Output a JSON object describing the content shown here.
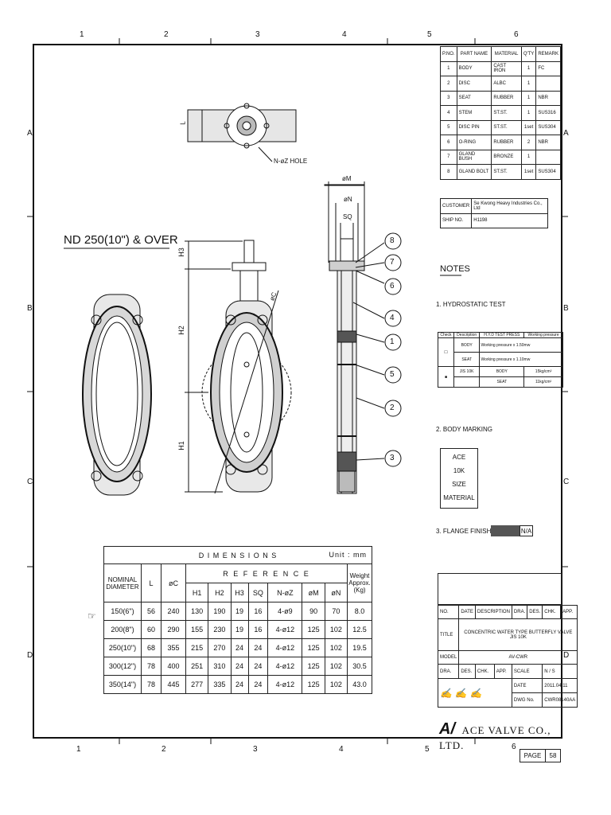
{
  "zone_top": [
    "1",
    "2",
    "3",
    "4",
    "5",
    "6"
  ],
  "zone_bottom": [
    "1",
    "2",
    "3",
    "4",
    "5",
    "6"
  ],
  "zone_side": [
    "A",
    "B",
    "C",
    "D"
  ],
  "view_labels": {
    "title": "ND 250(10\") & OVER",
    "hole": "N-øZ HOLE",
    "L": "L",
    "H1": "H1",
    "H2": "H2",
    "H3": "H3",
    "phiC": "øC",
    "phiM": "øM",
    "phiN": "øN",
    "SQ": "SQ"
  },
  "balloons": [
    "8",
    "7",
    "6",
    "4",
    "1",
    "5",
    "2",
    "3"
  ],
  "parts": {
    "headers": [
      "P.NO.",
      "PART NAME",
      "MATERIAL",
      "Q'TY",
      "REMARK"
    ],
    "rows": [
      [
        "1",
        "BODY",
        "CAST IRON",
        "1",
        "FC"
      ],
      [
        "2",
        "DISC",
        "ALBC",
        "1",
        ""
      ],
      [
        "3",
        "SEAT",
        "RUBBER",
        "1",
        "NBR"
      ],
      [
        "4",
        "STEM",
        "ST.ST.",
        "1",
        "SUS316"
      ],
      [
        "5",
        "DISC PIN",
        "ST.ST.",
        "1set",
        "SUS304"
      ],
      [
        "6",
        "O-RING",
        "RUBBER",
        "2",
        "NBR"
      ],
      [
        "7",
        "GLAND BUSH",
        "BRONZE",
        "1",
        ""
      ],
      [
        "8",
        "GLAND BOLT",
        "ST.ST.",
        "1set",
        "SUS304"
      ]
    ]
  },
  "customer": {
    "label": "CUSTOMER",
    "value": "Se Kwong Heavy Industries Co., Ltd",
    "ship_label": "SHIP NO.",
    "ship_value": "H1198"
  },
  "notes": {
    "title": "NOTES",
    "n1": "1. HYDROSTATIC TEST",
    "n2": "2. BODY MARKING",
    "n3": "3. FLANGE FINISH :",
    "n3_value": "N/A",
    "hydro_headers": [
      "Check",
      "Description",
      "H.Y.D TEST PRESS",
      "Working pressure"
    ],
    "hydro_rows": [
      [
        "BODY",
        "Working pressure x 1.50mw"
      ],
      [
        "SEAT",
        "Working pressure x 1.10mw"
      ],
      [
        "JIS 10K",
        "BODY",
        "15kg/cm²"
      ],
      [
        "",
        "SEAT",
        "11kg/cm²"
      ]
    ],
    "marking": [
      "ACE",
      "10K",
      "SIZE",
      "MATERIAL"
    ]
  },
  "dimensions": {
    "title": "D I M E N S I O N S",
    "unit": "Unit : mm",
    "reference": "R E F E R E N C E",
    "headers": [
      "NOMINAL DIAMETER",
      "L",
      "øC",
      "H1",
      "H2",
      "H3",
      "SQ",
      "N-øZ",
      "øM",
      "øN",
      "Weight Approx. (Kg)"
    ],
    "rows": [
      [
        "150(6\")",
        "56",
        "240",
        "130",
        "190",
        "19",
        "16",
        "4-ø9",
        "90",
        "70",
        "8.0"
      ],
      [
        "200(8\")",
        "60",
        "290",
        "155",
        "230",
        "19",
        "16",
        "4-ø12",
        "125",
        "102",
        "12.5"
      ],
      [
        "250(10\")",
        "68",
        "355",
        "215",
        "270",
        "24",
        "24",
        "4-ø12",
        "125",
        "102",
        "19.5"
      ],
      [
        "300(12\")",
        "78",
        "400",
        "251",
        "310",
        "24",
        "24",
        "4-ø12",
        "125",
        "102",
        "30.5"
      ],
      [
        "350(14\")",
        "78",
        "445",
        "277",
        "335",
        "24",
        "24",
        "4-ø12",
        "125",
        "102",
        "43.0"
      ]
    ]
  },
  "title_block": {
    "rev_headers": [
      "NO.",
      "DATE",
      "DESCRIPTION",
      "DRA.",
      "DES.",
      "CHK.",
      "APP."
    ],
    "title_label": "TITLE",
    "title_line1": "CONCENTRIC WATER TYPE BUTTERFLY VALVE",
    "title_line2": "JIS 10K",
    "model_label": "MODEL",
    "model_value": "AV-CWR",
    "sign_headers": [
      "DRA.",
      "DES.",
      "CHK.",
      "APP."
    ],
    "scale_label": "SCALE",
    "scale_value": "N / S",
    "date_label": "DATE",
    "date_value": "2011.04.11",
    "dwg_label": "DWG No.",
    "dwg_value": "CWR08140AA",
    "company": "ACE VALVE CO., LTD."
  },
  "page": {
    "label": "PAGE",
    "number": "58"
  }
}
